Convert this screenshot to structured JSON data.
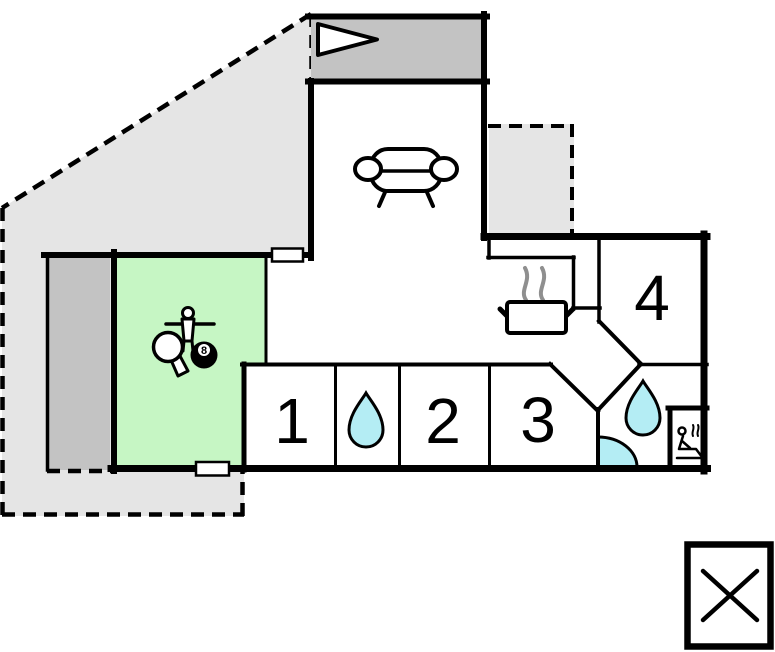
{
  "plan": {
    "room_labels": [
      "1",
      "2",
      "3",
      "4"
    ],
    "eight_ball_label": "8"
  },
  "colors": {
    "terrace": "#e5e5e5",
    "deck": "#c3c3c3",
    "carport": "#c3c3c3",
    "annex": "#e5e5e5",
    "activity_room": "#c6f6c4",
    "water": "#b4edf4",
    "wall": "#000000",
    "steam": "#8f8f8f"
  },
  "icons": [
    "flag-icon",
    "sofa-icon",
    "cooking-pot-icon",
    "steam-icon",
    "water-drop-icon",
    "corner-shower-icon",
    "sauna-icon",
    "foosball-player-icon",
    "table-tennis-paddle-icon",
    "eight-ball-icon",
    "crossed-square-icon"
  ]
}
